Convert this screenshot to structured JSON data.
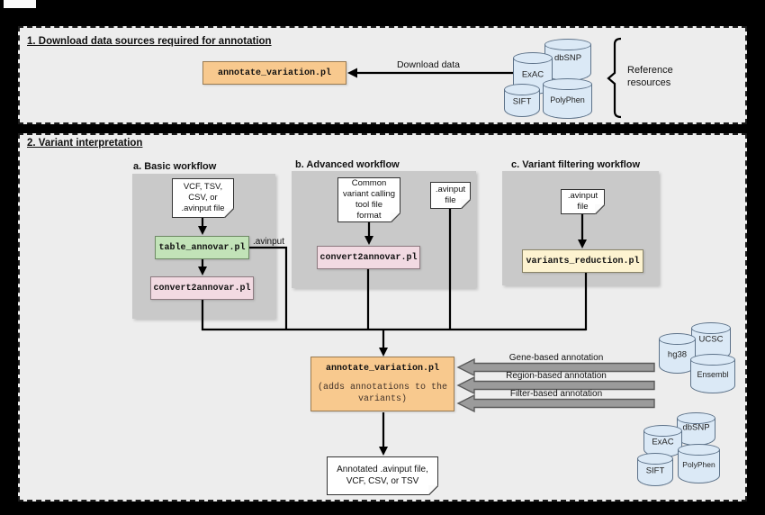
{
  "colors": {
    "section_bg": "#ededed",
    "panel_bg": "#c9c9c9",
    "tool_orange": "#f8c98e",
    "tool_green": "#c2e3b8",
    "tool_pink": "#f2dae2",
    "tool_yellow": "#fdf3d0",
    "cylinder_fill": "#dbe9f6",
    "cylinder_stroke": "#5d7289",
    "block_arrow_fill": "#9b9b9b",
    "block_arrow_stroke": "#5a5a5a"
  },
  "section1": {
    "title": "1. Download data sources required for annotation",
    "tool": "annotate_variation.pl",
    "download_label": "Download data",
    "bracket_lines": [
      "Reference",
      "resources"
    ],
    "cylinders": {
      "exac": "ExAC",
      "dbsnp": "dbSNP",
      "sift": "SIFT",
      "polyphen": "PolyPhen"
    }
  },
  "section2": {
    "title": "2. Variant interpretation",
    "basic": {
      "label": "a. Basic workflow",
      "doc_lines": [
        "VCF, TSV,",
        "CSV, or",
        ".avinput file"
      ],
      "tool1": "table_annovar.pl",
      "tool2": "convert2annovar.pl",
      "edge_label": ".avinput"
    },
    "advanced": {
      "label": "b. Advanced workflow",
      "doc_lines": [
        "Common",
        "variant calling",
        "tool file",
        "format"
      ],
      "tool": "convert2annovar.pl",
      "side_doc_lines": [
        ".avinput",
        "file"
      ]
    },
    "filtering": {
      "label": "c. Variant filtering workflow",
      "doc_lines": [
        ".avinput",
        "file"
      ],
      "tool": "variants_reduction.pl"
    },
    "annotator": {
      "title": "annotate_variation.pl",
      "subtitle_lines": [
        "(adds annotations to the",
        "variants)"
      ]
    },
    "annotation_arrows": [
      "Gene-based annotation",
      "Region-based annotation",
      "Filter-based annotation"
    ],
    "gene_cylinders": {
      "ucsc": "UCSC",
      "hg38": "hg38",
      "ensembl": "Ensembl"
    },
    "filter_cylinders": {
      "dbsnp": "dbSNP",
      "exac": "ExAC",
      "sift": "SIFT",
      "polyphen": "PolyPhen"
    },
    "output_doc_lines": [
      "Annotated .avinput file,",
      "VCF, CSV, or TSV"
    ]
  }
}
